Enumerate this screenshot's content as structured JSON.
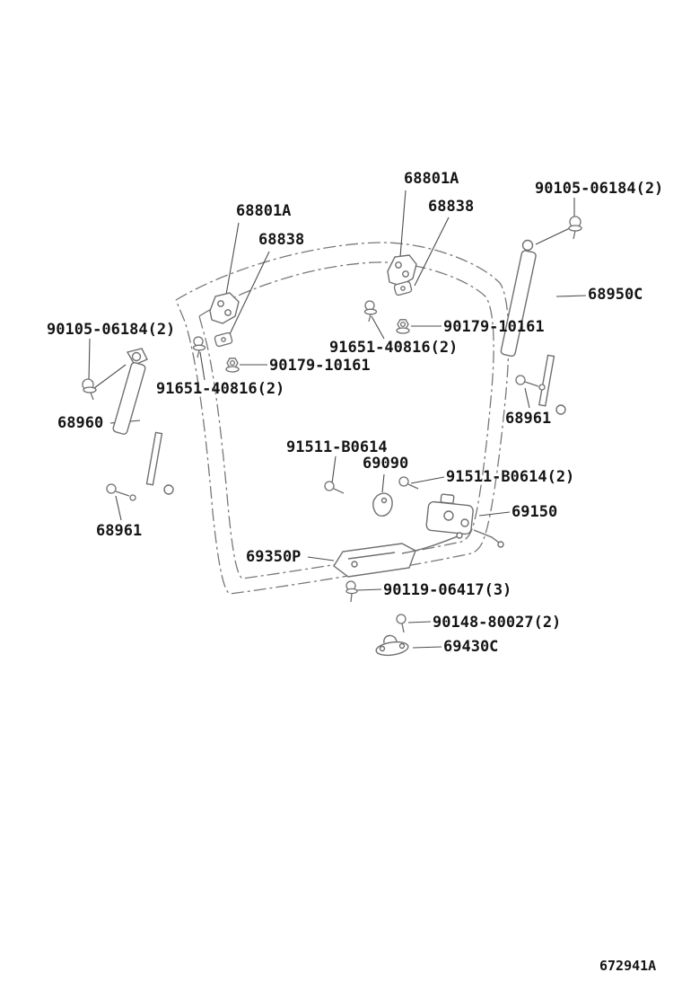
{
  "diagram": {
    "labels": [
      {
        "id": "top-68801A",
        "text": "68801A"
      },
      {
        "id": "top-68838",
        "text": "68838"
      },
      {
        "id": "top-right-90105",
        "text": "90105-06184(2)"
      },
      {
        "id": "left-68801A",
        "text": "68801A"
      },
      {
        "id": "left-68838",
        "text": "68838"
      },
      {
        "id": "right-68950C",
        "text": "68950C"
      },
      {
        "id": "left-90105",
        "text": "90105-06184(2)"
      },
      {
        "id": "right-90179",
        "text": "90179-10161"
      },
      {
        "id": "mid-91651",
        "text": "91651-40816(2)"
      },
      {
        "id": "left-90179",
        "text": "90179-10161"
      },
      {
        "id": "left-91651",
        "text": "91651-40816(2)"
      },
      {
        "id": "left-68960",
        "text": "68960"
      },
      {
        "id": "right-68961",
        "text": "68961"
      },
      {
        "id": "mid-91511",
        "text": "91511-B0614"
      },
      {
        "id": "mid-69090",
        "text": "69090"
      },
      {
        "id": "right-91511",
        "text": "91511-B0614(2)"
      },
      {
        "id": "right-69150",
        "text": "69150"
      },
      {
        "id": "left-68961",
        "text": "68961"
      },
      {
        "id": "left-69350P",
        "text": "69350P"
      },
      {
        "id": "mid-90119",
        "text": "90119-06417(3)"
      },
      {
        "id": "mid-90148",
        "text": "90148-80027(2)"
      },
      {
        "id": "mid-69430C",
        "text": "69430C"
      }
    ],
    "footer_code": "672941A",
    "colors": {
      "text": "#151515",
      "part_stroke": "#6f6f6f",
      "leader_stroke": "#4d4d4d",
      "outline_stroke": "#787878"
    }
  }
}
